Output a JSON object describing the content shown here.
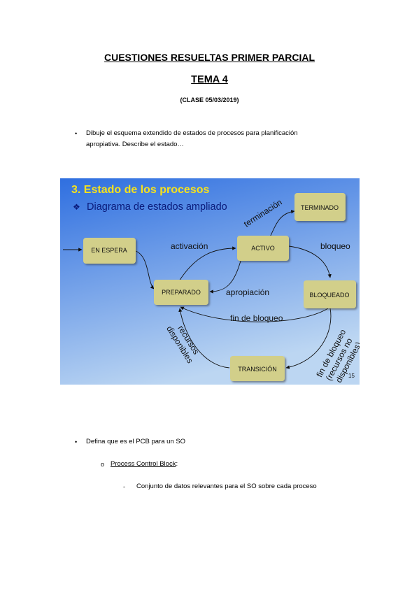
{
  "header": {
    "title": "CUESTIONES RESUELTAS PRIMER PARCIAL",
    "tema": "TEMA 4",
    "clase": "(CLASE 05/03/2019)"
  },
  "q1": {
    "bullet": "•",
    "line1": "Dibuje el esquema extendido de estados de procesos para planificación",
    "line2": "apropiativa. Describe el estado…"
  },
  "diagram": {
    "title": "3. Estado de los procesos",
    "subtitle": "Diagrama de estados ampliado",
    "subtitle_bullet": "❖",
    "page_number": "15",
    "states": {
      "terminado": "TERMINADO",
      "en_espera": "EN ESPERA",
      "activo": "ACTIVO",
      "preparado": "PREPARADO",
      "bloqueado": "BLOQUEADO",
      "transicion": "TRANSICIÓN"
    },
    "labels": {
      "terminacion": "terminación",
      "activacion": "activación",
      "bloqueo": "bloqueo",
      "apropiacion": "apropiación",
      "fin_bloqueo": "fin de bloqueo",
      "recursos_l1": "recursos",
      "recursos_l2": "disponibles",
      "fin_l1": "fin de bloqueo",
      "fin_l2": "(recursos no",
      "fin_l3": "disponibles)"
    },
    "colors": {
      "bg_top": "#2f6fe0",
      "bg_bottom": "#bcd6f2",
      "box": "#d2cf8a",
      "title": "#f6e21c",
      "subtitle": "#0a1a7a"
    }
  },
  "q2": {
    "bullet": "•",
    "text": "Defina que es el PCB para un SO",
    "sub_bullet": "o",
    "sub_term": "Process Control Block",
    "sub_colon": ":",
    "dash": "-",
    "dash_text": "Conjunto de datos relevantes para el SO sobre cada proceso"
  }
}
